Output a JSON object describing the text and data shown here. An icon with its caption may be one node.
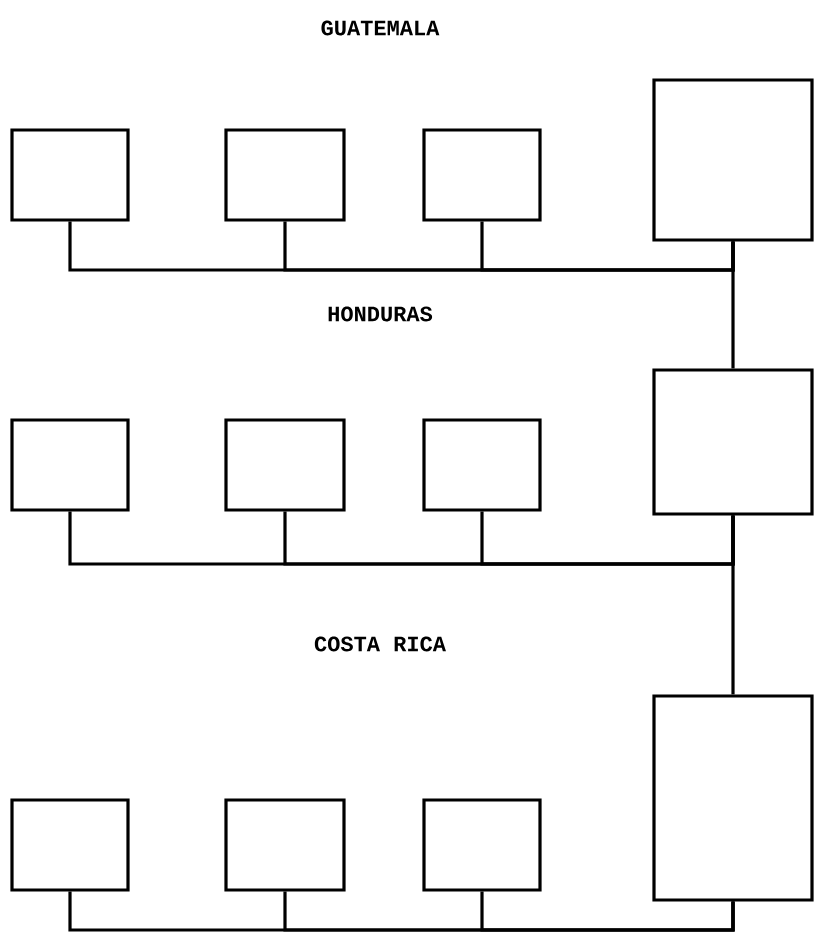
{
  "diagram": {
    "nodes": [
      {
        "text": [],
        "shape": "box"
      },
      {
        "text": [],
        "shape": "box"
      },
      {
        "text": [],
        "shape": "box"
      },
      {
        "text": [],
        "shape": "box"
      },
      {
        "text": [],
        "shape": "box"
      },
      {
        "text": [],
        "shape": "box"
      },
      {
        "text": [],
        "shape": "box"
      },
      {
        "text": [],
        "shape": "box"
      },
      {
        "text": [],
        "shape": "box"
      },
      {
        "text": [],
        "shape": "box"
      },
      {
        "text": [],
        "shape": "box"
      },
      {
        "text": [],
        "shape": "box"
      }
    ],
    "edges": [
      {
        "from": 0,
        "to": 3,
        "arrow": "none"
      },
      {
        "from": 1,
        "to": 3,
        "arrow": "none"
      },
      {
        "from": 2,
        "to": 3,
        "arrow": "none"
      },
      {
        "from": 4,
        "to": 7,
        "arrow": "none"
      },
      {
        "from": 5,
        "to": 7,
        "arrow": "none"
      },
      {
        "from": 6,
        "to": 7,
        "arrow": "none"
      },
      {
        "from": 8,
        "to": 11,
        "arrow": "none"
      },
      {
        "from": 9,
        "to": 11,
        "arrow": "none"
      },
      {
        "from": 10,
        "to": 11,
        "arrow": "none"
      },
      {
        "from": 3,
        "to": 7,
        "arrow": "none"
      },
      {
        "from": 7,
        "to": 11,
        "arrow": "none"
      }
    ],
    "labels": [
      "GUATEMALA",
      "HONDURAS",
      "COSTA RICA"
    ]
  }
}
